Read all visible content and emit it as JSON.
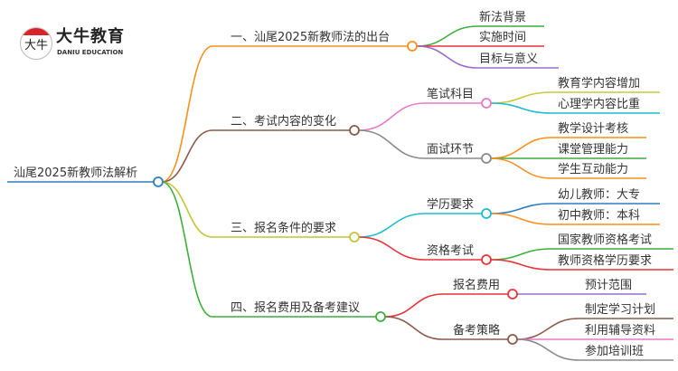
{
  "logo": {
    "name_cn": "大牛教育",
    "name_en": "DANIU EDUCATION",
    "mark": "大牛"
  },
  "root": {
    "label": "汕尾2025新教师法解析",
    "color": "#2e7dc0"
  },
  "branches": [
    {
      "label": "一、汕尾2025新教师法的出台",
      "color": "#f7901e",
      "children": [
        {
          "label": "新法背景",
          "color": "#3cae3c"
        },
        {
          "label": "实施时间",
          "color": "#e8343a"
        },
        {
          "label": "目标与意义",
          "color": "#9b6bc8"
        }
      ]
    },
    {
      "label": "二、考试内容的变化",
      "color": "#8d5a4a",
      "children": [
        {
          "label": "笔试科目",
          "color": "#e879c8",
          "children": [
            {
              "label": "教育学内容增加",
              "color": "#c8c83c"
            },
            {
              "label": "心理学内容比重",
              "color": "#1cbcd0"
            }
          ]
        },
        {
          "label": "面试环节",
          "color": "#8a8a8a",
          "children": [
            {
              "label": "教学设计考核",
              "color": "#f7901e"
            },
            {
              "label": "课堂管理能力",
              "color": "#3cae3c"
            },
            {
              "label": "学生互动能力",
              "color": "#f7901e"
            }
          ]
        }
      ]
    },
    {
      "label": "三、报名条件的要求",
      "color": "#c4c43a",
      "children": [
        {
          "label": "学历要求",
          "color": "#1cbcd0",
          "children": [
            {
              "label": "幼儿教师：大专",
              "color": "#2e7dc0"
            },
            {
              "label": "初中教师：本科",
              "color": "#f7901e"
            }
          ]
        },
        {
          "label": "资格考试",
          "color": "#e8343a",
          "children": [
            {
              "label": "国家教师资格考试",
              "color": "#3cae3c"
            },
            {
              "label": "教师资格学历要求",
              "color": "#e8343a"
            }
          ]
        }
      ]
    },
    {
      "label": "四、报名费用及备考建议",
      "color": "#3cae3c",
      "children": [
        {
          "label": "报名费用",
          "color": "#e8343a",
          "children": [
            {
              "label": "预计范围",
              "color": "#9b6bc8"
            }
          ]
        },
        {
          "label": "备考策略",
          "color": "#8d5a4a",
          "children": [
            {
              "label": "制定学习计划",
              "color": "#8d5a4a"
            },
            {
              "label": "利用辅导资料",
              "color": "#e879c8"
            },
            {
              "label": "参加培训班",
              "color": "#8a8a8a"
            }
          ]
        }
      ]
    }
  ]
}
